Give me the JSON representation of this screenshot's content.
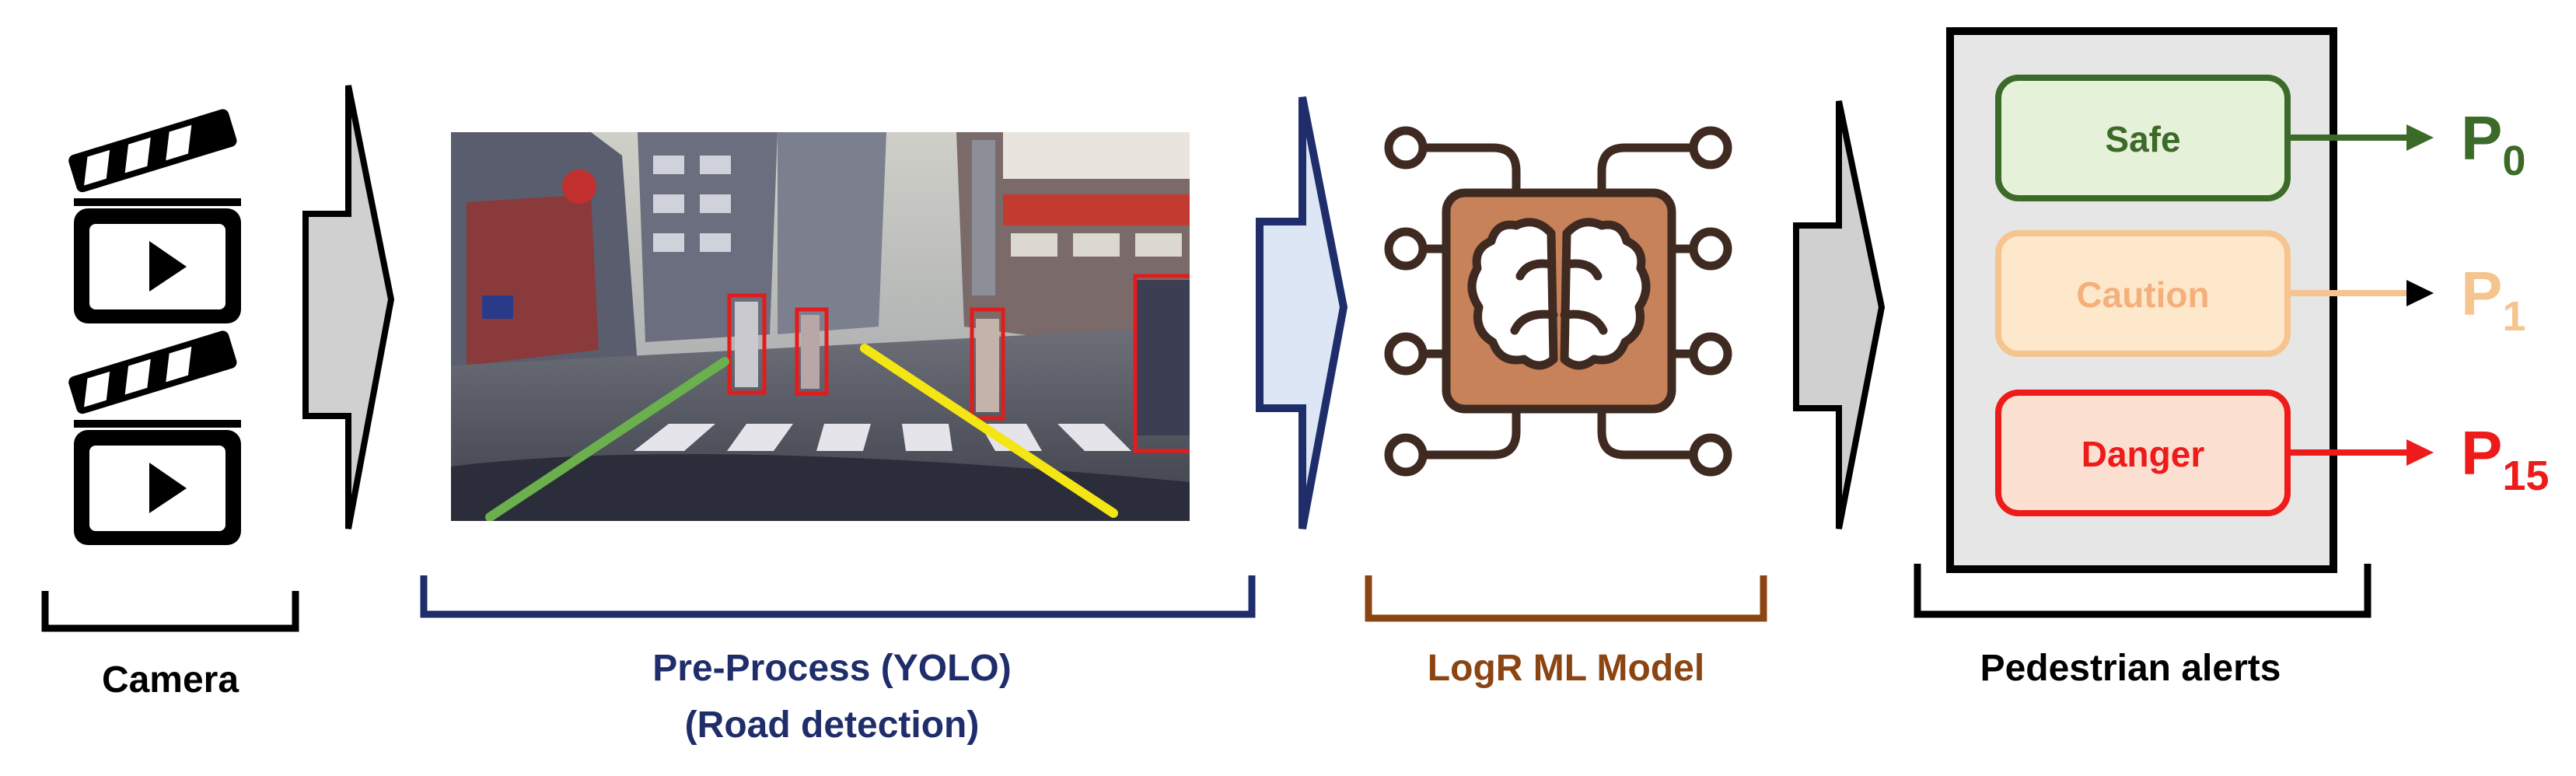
{
  "stages": {
    "camera": {
      "label": "Camera"
    },
    "preprocess": {
      "label_line1": "Pre-Process (YOLO)",
      "label_line2": "(Road detection)"
    },
    "model": {
      "label": "LogR ML Model"
    },
    "alerts": {
      "label": "Pedestrian alerts",
      "items": [
        {
          "level": "Safe",
          "priority_base": "P",
          "priority_sub": "0"
        },
        {
          "level": "Caution",
          "priority_base": "P",
          "priority_sub": "1"
        },
        {
          "level": "Danger",
          "priority_base": "P",
          "priority_sub": "15"
        }
      ]
    }
  },
  "icons": {
    "camera": "clapperboard-play-icon",
    "model": "chip-brain-icon",
    "flow": "block-arrow-icon"
  },
  "colors": {
    "text_dark": "#000000",
    "preprocess_navy": "#1f2d6b",
    "model_brown": "#8b4513",
    "chip_fill": "#c8825a",
    "safe_stroke": "#3c6a28",
    "safe_fill": "#e6f1da",
    "caution_stroke": "#f6c48f",
    "caution_fill": "#fde8cc",
    "caution_text": "#f4b07a",
    "danger_stroke": "#ee1b1b",
    "danger_fill": "#fbe0d2",
    "arrow_gray": "#d0d0d0",
    "arrow_lightblue": "#dce6f4",
    "panel_fill": "#e6e6e6",
    "road_green": "#6ab04c",
    "road_yellow": "#f4e514",
    "box_red": "#e41b1b"
  }
}
